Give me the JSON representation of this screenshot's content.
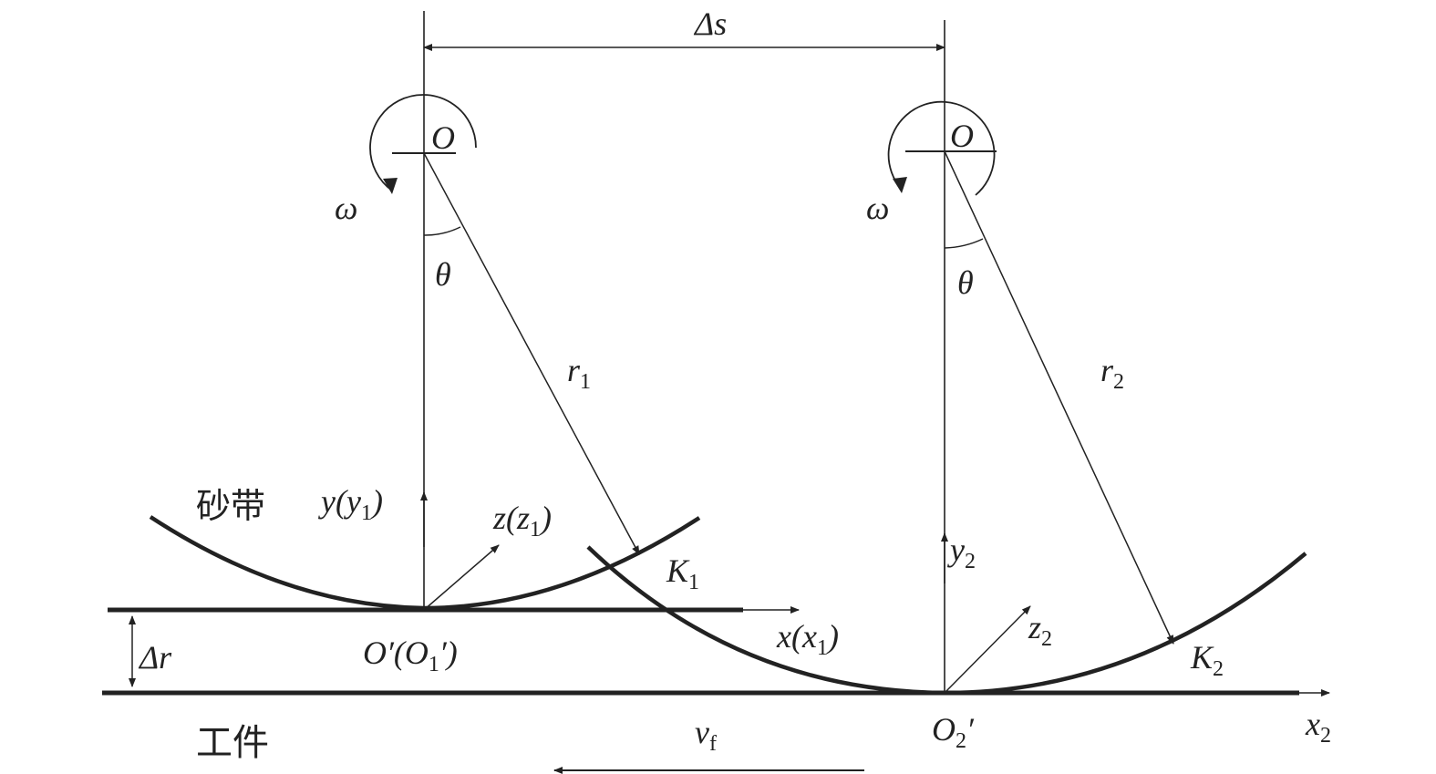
{
  "labels": {
    "delta_s": "Δs",
    "center_left": "O",
    "center_right": "O",
    "omega_left": "ω",
    "omega_right": "ω",
    "theta_left": "θ",
    "theta_right": "θ",
    "r1": "r",
    "r1_sub": "1",
    "r2": "r",
    "r2_sub": "2",
    "belt": "砂带",
    "y_y1_a": "y(y",
    "y_y1_sub": "1",
    "y_y1_b": ")",
    "z_z1_a": "z(z",
    "z_z1_sub": "1",
    "z_z1_b": ")",
    "k1": "K",
    "k1_sub": "1",
    "y2": "y",
    "y2_sub": "2",
    "z2": "z",
    "z2_sub": "2",
    "k2": "K",
    "k2_sub": "2",
    "x_x1_a": "x(x",
    "x_x1_sub": "1",
    "x_x1_b": ")",
    "delta_r": "Δr",
    "o_prime_a": "O′(O",
    "o_prime_sub": "1",
    "o_prime_b": "′)",
    "workpiece": "工件",
    "vf": "v",
    "vf_sub": "f",
    "o2_prime": "O",
    "o2_prime_sub": "2",
    "o2_prime_mark": "′",
    "x2": "x",
    "x2_sub": "2"
  }
}
